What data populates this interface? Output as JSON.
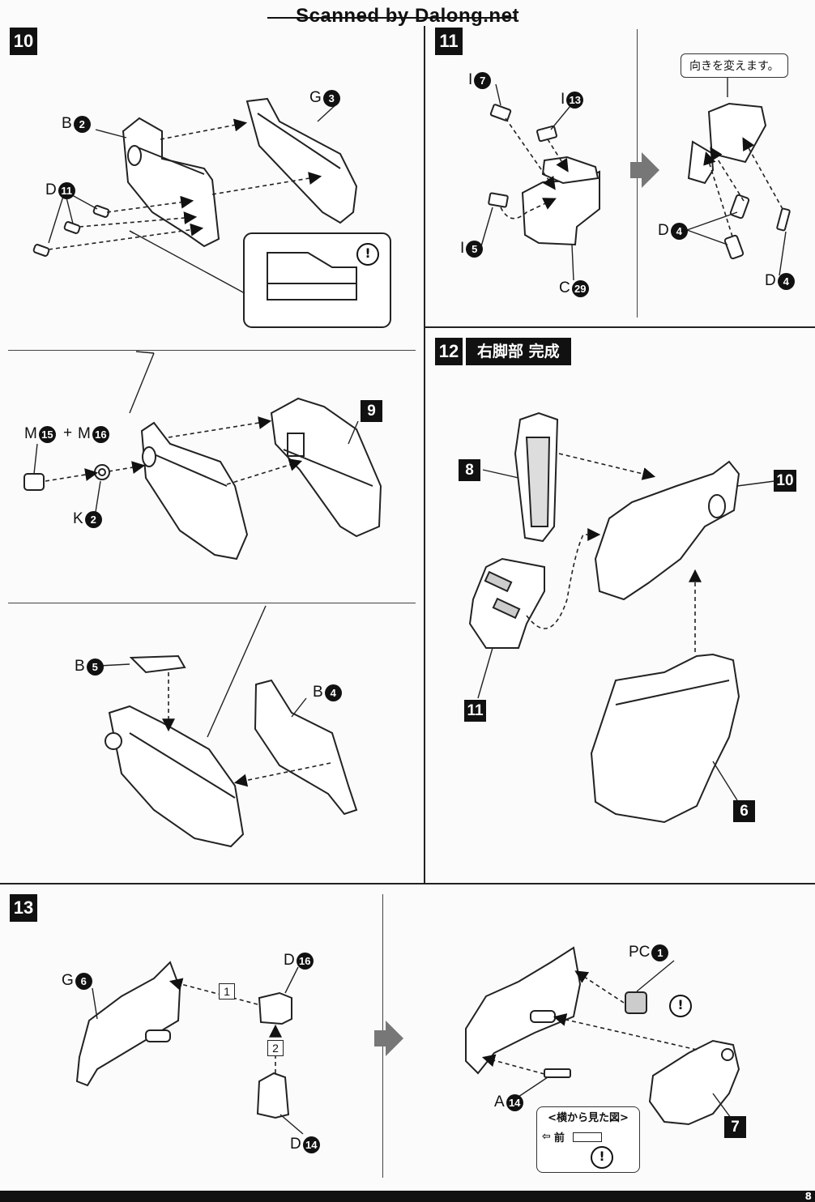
{
  "header": {
    "watermark": "Scanned by Dalong.net"
  },
  "steps": {
    "s10": {
      "num": "10"
    },
    "s11": {
      "num": "11"
    },
    "s12": {
      "num": "12",
      "title": "右脚部 完成"
    },
    "s13": {
      "num": "13"
    }
  },
  "labels": {
    "b2": {
      "letter": "B",
      "num": "2"
    },
    "g3": {
      "letter": "G",
      "num": "3"
    },
    "d11": {
      "letter": "D",
      "num": "11"
    },
    "m15": {
      "letter": "M",
      "num": "15"
    },
    "plus": "+",
    "m16": {
      "letter": "M",
      "num": "16"
    },
    "k2": {
      "letter": "K",
      "num": "2"
    },
    "b5": {
      "letter": "B",
      "num": "5"
    },
    "b4": {
      "letter": "B",
      "num": "4"
    },
    "i7": {
      "letter": "I",
      "num": "7"
    },
    "i13": {
      "letter": "I",
      "num": "13"
    },
    "i5": {
      "letter": "I",
      "num": "5"
    },
    "c29": {
      "letter": "C",
      "num": "29"
    },
    "d4a": {
      "letter": "D",
      "num": "4"
    },
    "d4b": {
      "letter": "D",
      "num": "4"
    },
    "g6": {
      "letter": "G",
      "num": "6"
    },
    "d16": {
      "letter": "D",
      "num": "16"
    },
    "d14": {
      "letter": "D",
      "num": "14"
    },
    "pc1": {
      "letter": "PC",
      "num": "1"
    },
    "a14": {
      "letter": "A",
      "num": "14"
    }
  },
  "subassemblies": {
    "a9": "9",
    "a8": "8",
    "a10": "10",
    "a11": "11",
    "a6": "6",
    "a7": "7"
  },
  "order_marks": [
    "1",
    "2"
  ],
  "notes": {
    "reverse": "向きを変えます。",
    "side_view_title": "<横から見た図>",
    "front": "前",
    "caution": "!"
  },
  "footer": {
    "page": "8"
  }
}
